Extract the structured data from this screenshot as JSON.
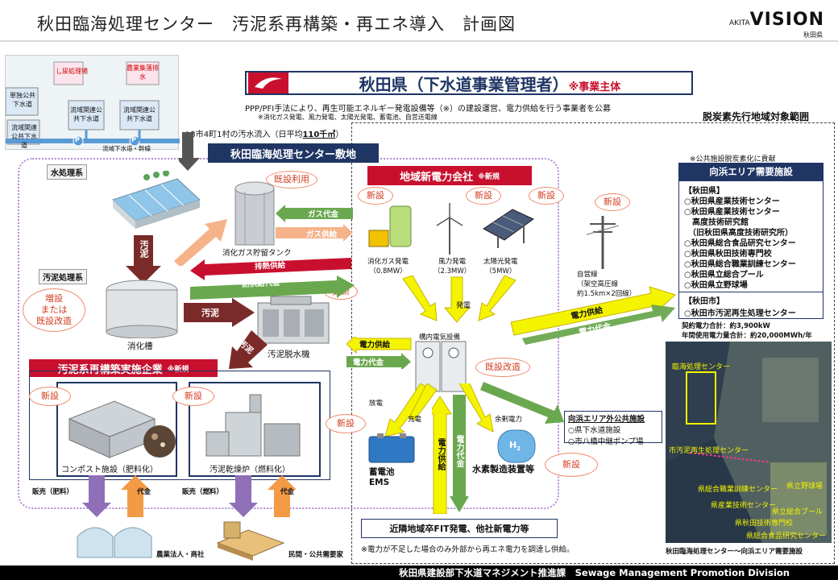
{
  "title": "秋田臨海処理センター　汚泥系再構築・再エネ導入　計画図",
  "logo": {
    "prefix": "AKITA",
    "word": "VISION",
    "sub": "秋田県"
  },
  "top_diagram": {
    "single_sewer": "単独公共下水道",
    "night_soil": "し尿処理場",
    "agri_drain": "農業集落排水",
    "regional_left": "流域関連公共下水道",
    "regional_mid": "流域関連公共下水道",
    "regional_right": "流域関連公共下水道",
    "main_line": "流域下水道・幹線",
    "pump": "P"
  },
  "prefecture_box": {
    "main": "秋田県（下水道事業管理者）",
    "note": "※事業主体"
  },
  "ppp_text": "PPP/PFI手法により、再生可能エネルギー発電設備等（※）の建設運営、電力供給を行う事業者を公募",
  "ppp_note": "※消化ガス発電、風力発電、太陽光発電、蓄電池、自営送電線",
  "flow_text": "※3市4町1村の汚水流入（日平均",
  "flow_value": "110千㎥",
  "flow_close": "）",
  "decarb_title": "脱炭素先行地域対象範囲",
  "site_label": "秋田臨海処理センター敷地",
  "water_label": "水処理系",
  "sludge_label": "汚泥処理系",
  "sludge_down": "汚泥",
  "sludge_right": "汚泥",
  "sludge_diag": "汚泥",
  "digestion_gas": "消化ガス",
  "gas_tank": "消化ガス貯留タンク",
  "existing_use": "既設利用",
  "digester": "消化槽",
  "digester_pill": "増設\nまたは\n既設改造",
  "dewater": "汚泥脱水機",
  "renew": "更新",
  "gas_fee": "ガス代金",
  "gas_supply": "ガス供給",
  "heat_supply": "排熱供給",
  "heat_fee": "熱供給代金",
  "power_company": {
    "main": "地域新電力会社",
    "note": "※新規"
  },
  "new1": "新設",
  "new2": "新設",
  "new3": "新設",
  "new4": "新設",
  "gas_gen": "消化ガス発電\n（0.8MW）",
  "wind_gen": "風力発電\n（2.3MW）",
  "solar_gen": "太陽光発電\n（5MW）",
  "overhead": "自営線\n（架空高圧線\n約1.5km×2回線）",
  "gen_label": "発電",
  "switchgear": "構内電気設備",
  "power_supply_l": "電力供給",
  "power_fee_l": "電力代金",
  "retrofit": "既設改造",
  "discharge": "放電",
  "charge": "充電",
  "surplus": "余剰電力",
  "new_battery": "新設",
  "battery": "蓄電池\nEMS",
  "hydrogen": "水素製造装置等",
  "h2": "H",
  "new_h2": "新設",
  "supply_up": "電力供給",
  "fee_down": "電力代金",
  "neighbor": "近隣地域卒FIT発電、他社新電力等",
  "shortage_note": "※電力が不足した場合のみ外部から再エネ電力を調達し供給。",
  "public_note": "※公共施設脱炭素化に貢献",
  "demand_box": {
    "title": "向浜エリア需要施設",
    "pref_head": "【秋田県】",
    "pref_items": [
      "○秋田県産業技術センター",
      "○秋田県産業技術センター",
      "　高度技術研究館",
      "　（旧秋田県高度技術研究所）",
      "○秋田県総合食品研究センター",
      "○秋田県秋田技術専門校",
      "○秋田県総合職業訓練センター",
      "○秋田県立総合プール",
      "○秋田県立野球場"
    ],
    "city_head": "【秋田市】",
    "city_items": [
      "○秋田市汚泥再生処理センター"
    ]
  },
  "contract": "契約電力合計：約3,900kW",
  "annual": "年間使用電力量合計：約20,000MWh/年",
  "power_supply_r": "電力供給",
  "power_fee_r": "電力代金",
  "power_fee_diag": "電力代金",
  "outside_box": {
    "title": "向浜エリア外公共施設",
    "items": [
      "○県下水道施設",
      "○市八橋中継ポンプ場"
    ]
  },
  "sludge_company": {
    "main": "汚泥系再構築実施企業",
    "note": "※新規"
  },
  "new_compost": "新設",
  "new_dryer": "新設",
  "compost": "コンポスト施設（肥料化）",
  "dryer": "汚泥乾燥炉（燃料化）",
  "sale_fert": "販売（肥料）",
  "price1": "代金",
  "sale_fuel": "販売（燃料）",
  "price2": "代金",
  "agri": "農業法人・商社",
  "private": "民間・公共需要家",
  "map_labels": [
    "臨海処理センター",
    "市汚泥再生処理センター",
    "県総合職業訓練センター",
    "県立野球場",
    "県産業技術センター",
    "県立総合プール",
    "県秋田技術専門校",
    "県総合食品研究センター"
  ],
  "map_caption": "秋田臨海処理センター〜向浜エリア需要施設",
  "footer": "秋田県建設部下水道マネジメント推進課　Sewage Management Promotion Division"
}
